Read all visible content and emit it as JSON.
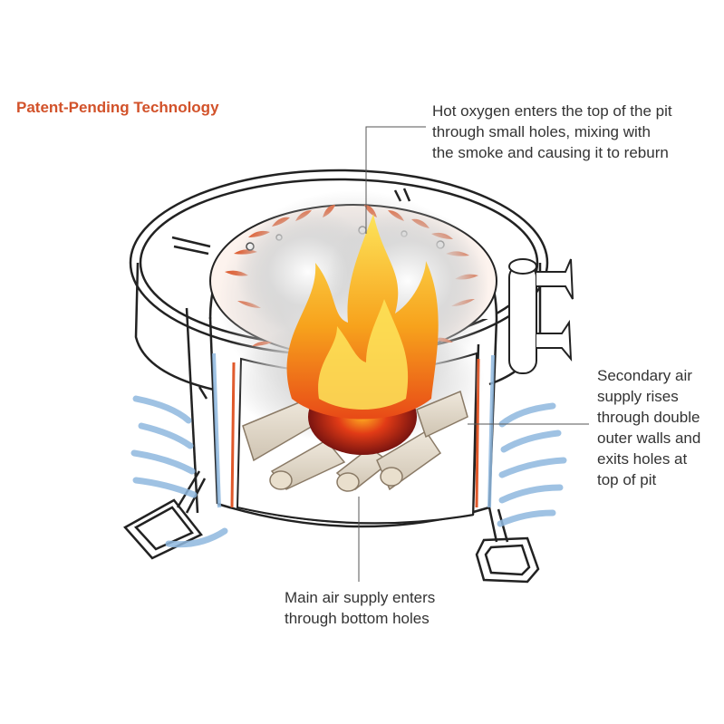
{
  "heading": "Patent-Pending Technology",
  "callouts": {
    "top": {
      "lines": [
        "Hot oxygen enters the top of the pit",
        "through small holes, mixing with",
        "the smoke and causing it to reburn"
      ]
    },
    "right": {
      "lines": [
        "Secondary air",
        "supply rises",
        "through double",
        "outer walls and",
        "exits holes at",
        "top of pit"
      ]
    },
    "bottom": {
      "lines": [
        "Main air supply enters",
        "through bottom holes"
      ]
    }
  },
  "colors": {
    "heading": "#d2522a",
    "callout_text": "#333333",
    "outline": "#222222",
    "airflow": "#8fb8df",
    "heat": "#e0582a",
    "flame": "#f7c21f",
    "ember": "#c8201a"
  },
  "icons": {
    "fire": "fire-icon",
    "smoke": "smoke-icon",
    "logs": "logs-icon"
  }
}
